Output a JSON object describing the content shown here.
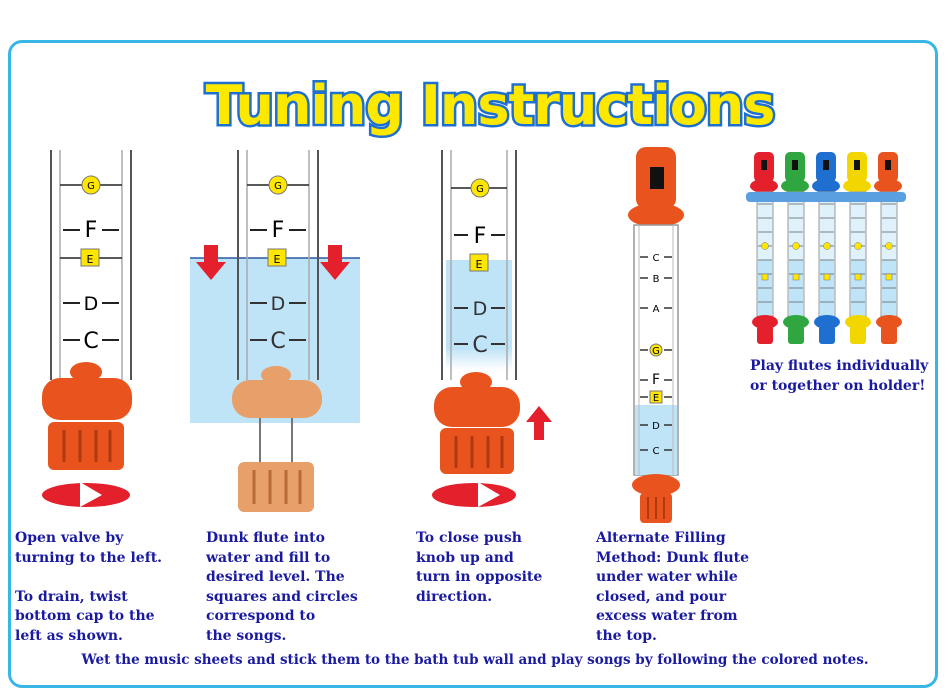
{
  "title": "Tuning Instructions",
  "colors": {
    "border": "#38b7e6",
    "title_fill": "#ffe800",
    "title_stroke": "#1d6fd0",
    "text": "#1a1aa0",
    "orange": "#e8531e",
    "red": "#e3202c",
    "water": "#bfe3f7"
  },
  "tube_notes": {
    "g": "G",
    "f": "F",
    "e": "E",
    "d": "D",
    "c": "C"
  },
  "flute_notes": [
    "C",
    "B",
    "A",
    "G",
    "F",
    "E",
    "D",
    "C"
  ],
  "steps": [
    {
      "text": "Open valve by\nturning to the left.\n\nTo drain, twist\nbottom cap to the\nleft as shown."
    },
    {
      "text": "Dunk flute into\nwater and fill to\ndesired level. The\nsquares and circles\ncorrespond to\nthe songs."
    },
    {
      "text": "To close push\nknob up and\nturn in opposite\ndirection."
    },
    {
      "text": "Alternate Filling\nMethod: Dunk flute\nunder water while\nclosed, and pour\nexcess water from\nthe top."
    },
    {
      "text": "Play flutes individually\nor together on holder!"
    }
  ],
  "holder_colors": [
    "#e3202c",
    "#2fa640",
    "#1f6fd0",
    "#f1d600",
    "#e8531e"
  ],
  "footer": "Wet the music sheets and stick them to the bath tub wall and play songs by following the colored notes."
}
